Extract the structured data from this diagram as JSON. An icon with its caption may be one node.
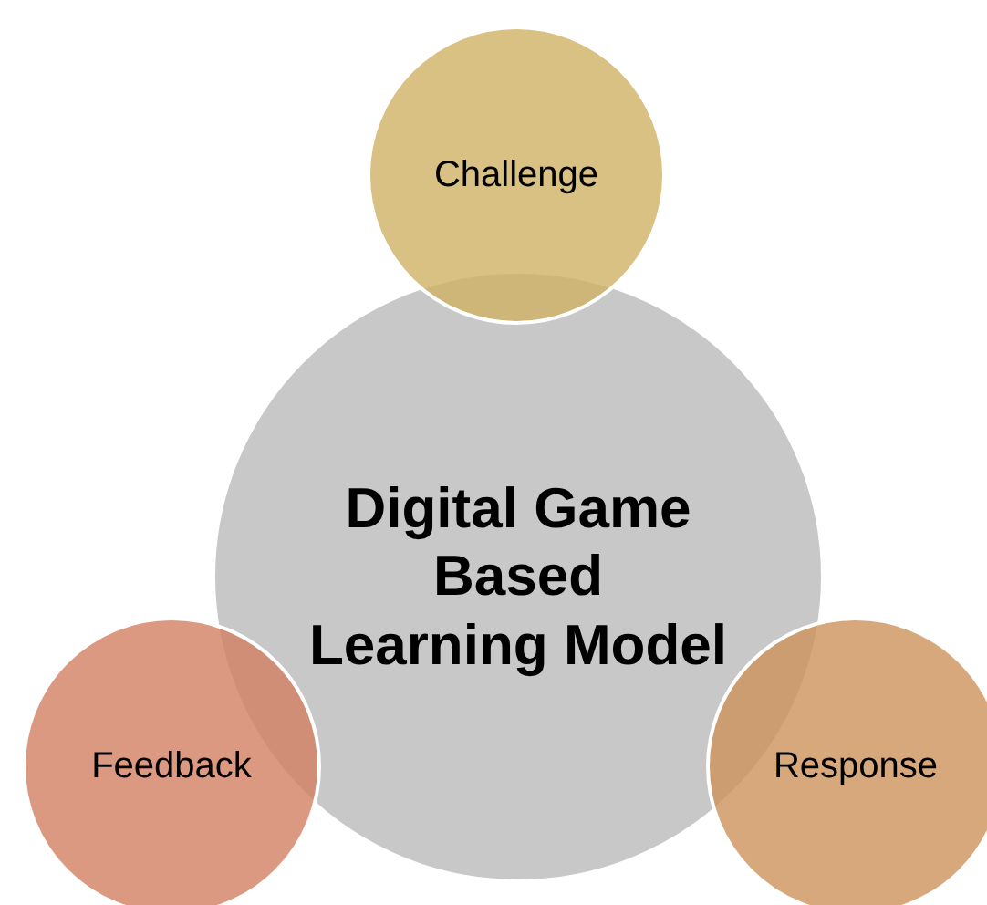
{
  "diagram": {
    "nodes": [
      {
        "text": [
          "Digital Game Based Learning Model"
        ]
      },
      {
        "text": [
          "Challenge"
        ]
      },
      {
        "text": [
          "Feedback"
        ]
      },
      {
        "text": [
          "Response"
        ]
      }
    ]
  }
}
